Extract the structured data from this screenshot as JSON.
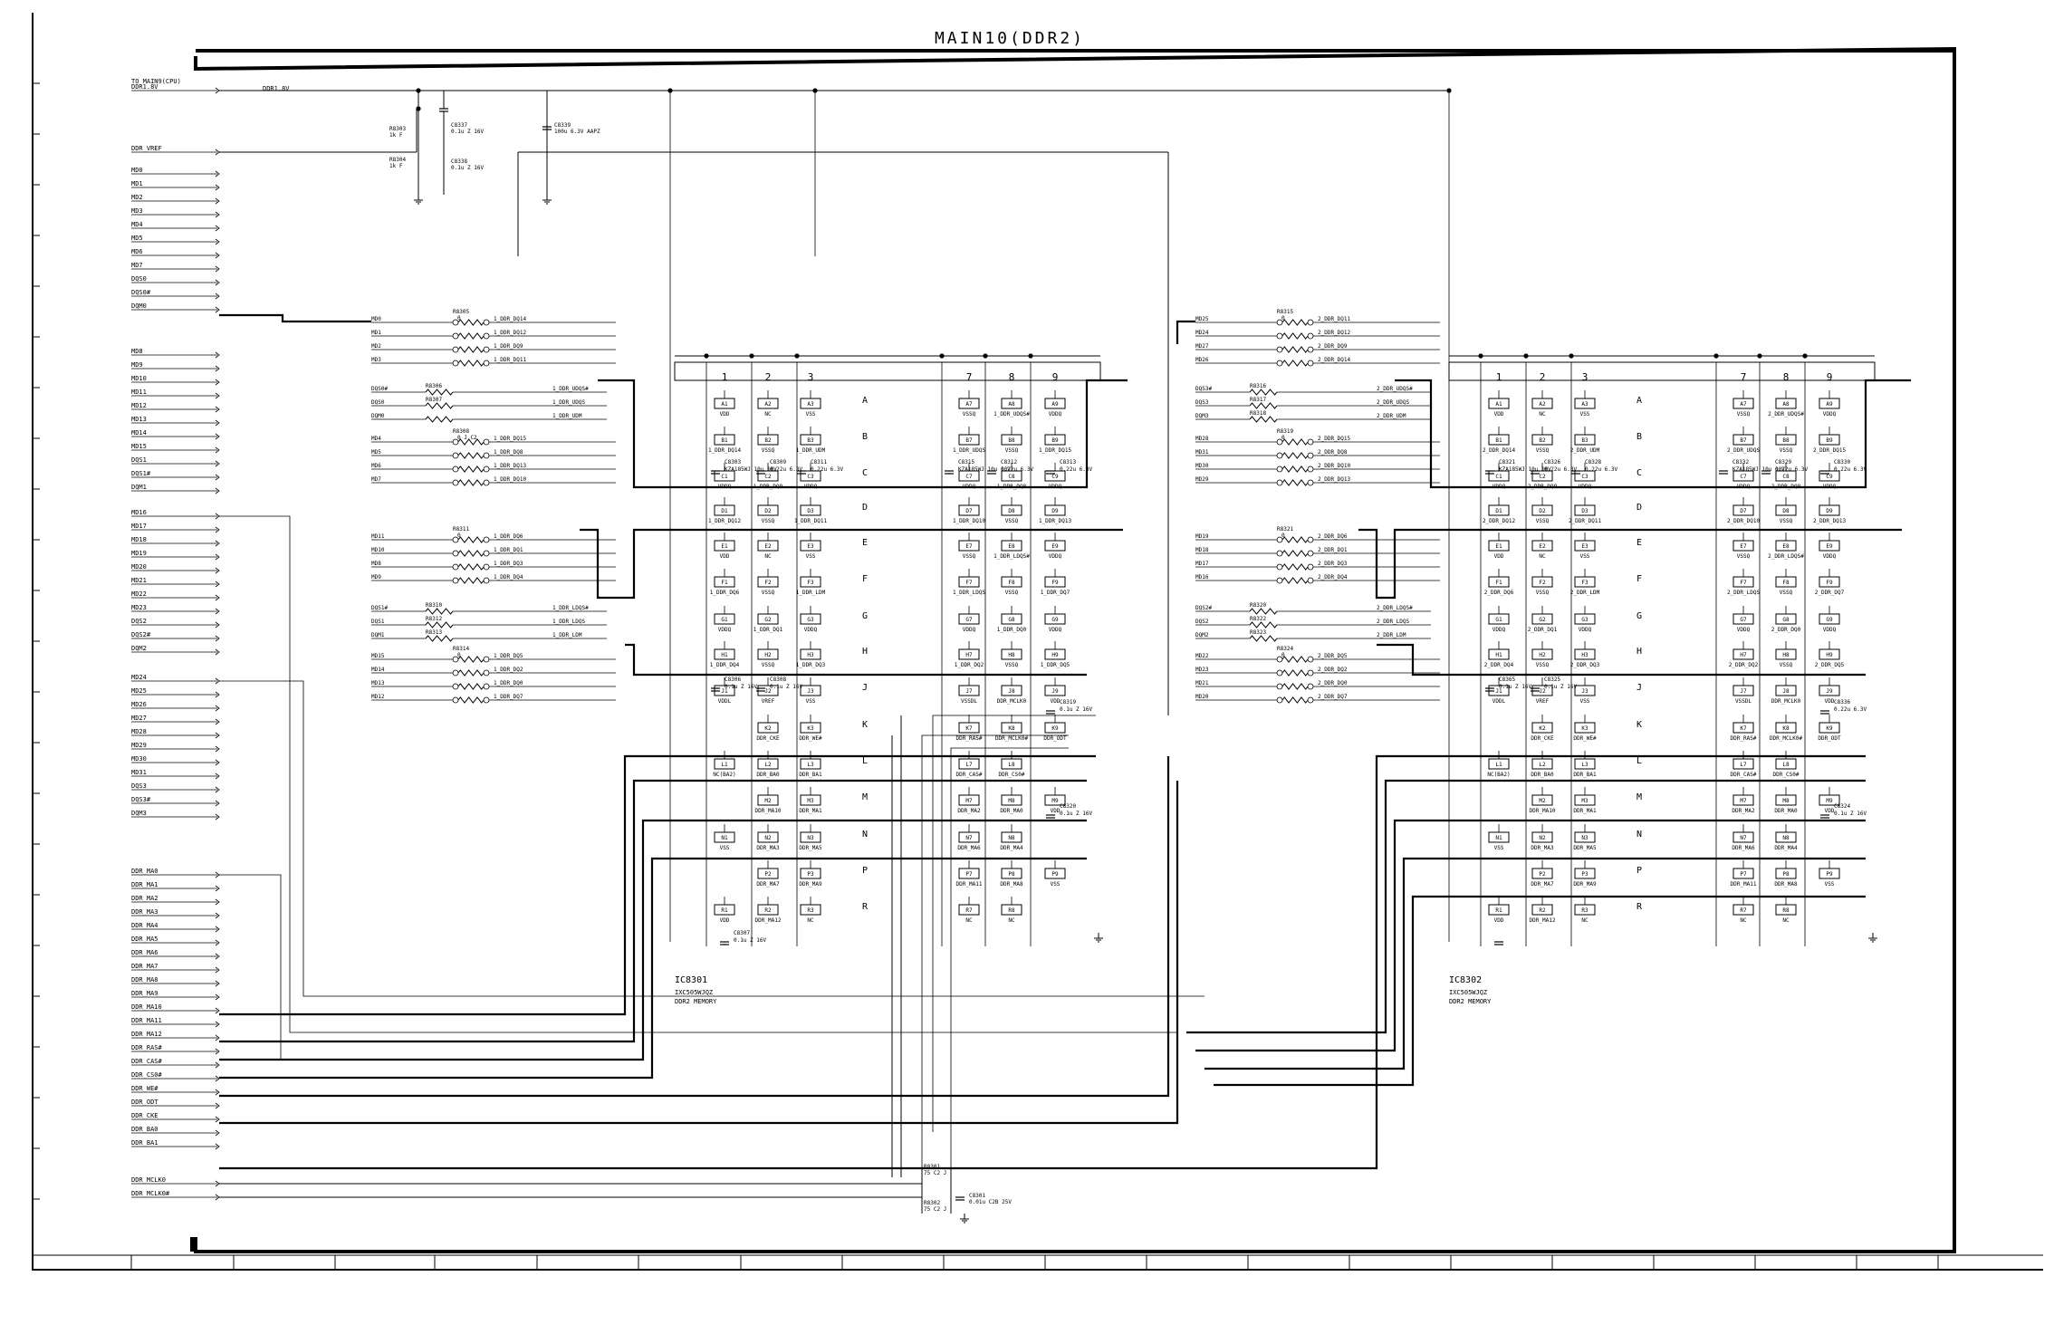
{
  "title": "MAIN10(DDR2)",
  "connector": {
    "header": "TO MAIN9(CPU)",
    "left_signals": [
      "DDR1.8V",
      "DDR_VREF",
      "MD0",
      "MD1",
      "MD2",
      "MD3",
      "MD4",
      "MD5",
      "MD6",
      "MD7",
      "DQS0",
      "DQS0#",
      "DQM0",
      "MD8",
      "MD9",
      "MD10",
      "MD11",
      "MD12",
      "MD13",
      "MD14",
      "MD15",
      "DQS1",
      "DQS1#",
      "DQM1",
      "MD16",
      "MD17",
      "MD18",
      "MD19",
      "MD20",
      "MD21",
      "MD22",
      "MD23",
      "DQS2",
      "DQS2#",
      "DQM2",
      "MD24",
      "MD25",
      "MD26",
      "MD27",
      "MD28",
      "MD29",
      "MD30",
      "MD31",
      "DQS3",
      "DQS3#",
      "DQM3",
      "DDR_MA0",
      "DDR_MA1",
      "DDR_MA2",
      "DDR_MA3",
      "DDR_MA4",
      "DDR_MA5",
      "DDR_MA6",
      "DDR_MA7",
      "DDR_MA8",
      "DDR_MA9",
      "DDR_MA10",
      "DDR_MA11",
      "DDR_MA12",
      "DDR_RAS#",
      "DDR_CAS#",
      "DDR_CS0#",
      "DDR_WE#",
      "DDR_ODT",
      "DDR_CKE",
      "DDR_BA0",
      "DDR_BA1",
      "DDR_MCLK0",
      "DDR_MCLK0#"
    ],
    "rail_label": "DDR1.8V"
  },
  "power_parts": [
    {
      "ref": "R8303",
      "val": "1k F"
    },
    {
      "ref": "R8304",
      "val": "1k F"
    },
    {
      "ref": "C8337",
      "val": "0.1u Z 16V"
    },
    {
      "ref": "C8338",
      "val": "0.1u Z 16V"
    },
    {
      "ref": "C8339",
      "val": "100u 6.3V AAPZ"
    }
  ],
  "clock_parts": [
    {
      "ref": "R8301",
      "val": "75 C2 J"
    },
    {
      "ref": "R8302",
      "val": "75 C2 J"
    },
    {
      "ref": "C8301",
      "val": "0.01u C2B 25V"
    }
  ],
  "grid": {
    "cols": [
      "1",
      "2",
      "3",
      "7",
      "8",
      "9"
    ],
    "rows": [
      "A",
      "B",
      "C",
      "D",
      "E",
      "F",
      "G",
      "H",
      "J",
      "K",
      "L",
      "M",
      "N",
      "P",
      "R"
    ]
  },
  "chips": [
    {
      "ref": "IC8301",
      "part": "IXC505WJQZ",
      "desc": "DDR2 MEMORY",
      "prefix": "1",
      "rnets": [
        {
          "ref": "R8305",
          "val": "0",
          "nets": [
            "MD0",
            "MD1",
            "MD2",
            "MD3"
          ],
          "outs": [
            "1_DDR_DQ14",
            "1_DDR_DQ12",
            "1_DDR_DQ9",
            "1_DDR_DQ11"
          ]
        },
        {
          "ref": "R8308",
          "val": "0 J C2",
          "nets": [
            "MD4",
            "MD5",
            "MD6",
            "MD7"
          ],
          "outs": [
            "1_DDR_DQ15",
            "1_DDR_DQ8",
            "1_DDR_DQ13",
            "1_DDR_DQ10"
          ]
        },
        {
          "ref": "R8311",
          "val": "0",
          "nets": [
            "MD11",
            "MD10",
            "MD8",
            "MD9"
          ],
          "outs": [
            "1_DDR_DQ6",
            "1_DDR_DQ1",
            "1_DDR_DQ3",
            "1_DDR_DQ4"
          ]
        },
        {
          "ref": "R8314",
          "val": "0",
          "nets": [
            "MD15",
            "MD14",
            "MD13",
            "MD12"
          ],
          "outs": [
            "1_DDR_DQ5",
            "1_DDR_DQ2",
            "1_DDR_DQ0",
            "1_DDR_DQ7"
          ]
        }
      ],
      "singles": [
        {
          "net": "DQS0#",
          "ref": "R8306",
          "out": "1_DDR_UDQS#"
        },
        {
          "net": "DQS0",
          "ref": "R8307",
          "out": "1_DDR_UDQS"
        },
        {
          "net": "DQM0",
          "ref": "",
          "out": "1_DDR_UDM"
        },
        {
          "net": "DQS1#",
          "ref": "R8310",
          "out": "1_DDR_LDQS#"
        },
        {
          "net": "DQS1",
          "ref": "R8312",
          "out": "1_DDR_LDQS"
        },
        {
          "net": "DQM1",
          "ref": "R8313",
          "out": "1_DDR_LDM"
        }
      ],
      "caps": [
        "C8303 KZA185WJ 10u 10V",
        "C8309 0.22u 6.3V",
        "C8311 0.22u 6.3V",
        "C8315 KZA185WJ 10u 10V",
        "C8312 0.22u 6.3V",
        "C8313 0.22u 6.3V",
        "C8306 0.1u Z 16V",
        "C8308 0.1u Z 16V",
        "C8319 0.1u Z 16V",
        "C8320 0.1u Z 16V",
        "C8307 0.1u Z 16V"
      ]
    },
    {
      "ref": "IC8302",
      "part": "IXC505WJQZ",
      "desc": "DDR2 MEMORY",
      "prefix": "2",
      "rnets": [
        {
          "ref": "R8315",
          "val": "0",
          "nets": [
            "MD25",
            "MD24",
            "MD27",
            "MD26"
          ],
          "outs": [
            "2_DDR_DQ11",
            "2_DDR_DQ12",
            "2_DDR_DQ9",
            "2_DDR_DQ14"
          ]
        },
        {
          "ref": "R8319",
          "val": "0",
          "nets": [
            "MD28",
            "MD31",
            "MD30",
            "MD29"
          ],
          "outs": [
            "2_DDR_DQ15",
            "2_DDR_DQ8",
            "2_DDR_DQ10",
            "2_DDR_DQ13"
          ]
        },
        {
          "ref": "R8321",
          "val": "0",
          "nets": [
            "MD19",
            "MD18",
            "MD17",
            "MD16"
          ],
          "outs": [
            "2_DDR_DQ6",
            "2_DDR_DQ1",
            "2_DDR_DQ3",
            "2_DDR_DQ4"
          ]
        },
        {
          "ref": "R8324",
          "val": "0",
          "nets": [
            "MD22",
            "MD23",
            "MD21",
            "MD20"
          ],
          "outs": [
            "2_DDR_DQ5",
            "2_DDR_DQ2",
            "2_DDR_DQ0",
            "2_DDR_DQ7"
          ]
        }
      ],
      "singles": [
        {
          "net": "DQS3#",
          "ref": "R8316",
          "out": "2_DDR_UDQS#"
        },
        {
          "net": "DQS3",
          "ref": "R8317",
          "out": "2_DDR_UDQS"
        },
        {
          "net": "DQM3",
          "ref": "R8318",
          "out": "2_DDR_UDM"
        },
        {
          "net": "DQS2#",
          "ref": "R8320",
          "out": "2_DDR_LDQS#"
        },
        {
          "net": "DQS2",
          "ref": "R8322",
          "out": "2_DDR_LDQS"
        },
        {
          "net": "DQM2",
          "ref": "R8323",
          "out": "2_DDR_LDM"
        }
      ],
      "caps": [
        "C8321 KZA185WJ 10u 10V",
        "C8326 0.22u 6.3V",
        "C8328 0.22u 6.3V",
        "C8332 KZA185WJ 10u 10V",
        "C8329 0.22u 6.3V",
        "C8330 0.22u 6.3V",
        "C8365 0.1u Z 16V",
        "C8325 0.1u Z 16V",
        "C8336 0.22u 6.3V",
        "C8324 0.1u Z 16V"
      ]
    }
  ],
  "pins": {
    "A1": "VDD",
    "A2": "NC",
    "A3": "VSS",
    "A7": "VSSQ",
    "A8": "DDR_UDQS#",
    "A9": "VDDQ",
    "B1": "DDR_DQ14",
    "B2": "VSSQ",
    "B3": "DDR_UDM",
    "B7": "DDR_UDQS",
    "B8": "VSSQ",
    "B9": "DDR_DQ15",
    "C1": "VDDQ",
    "C2": "DDR_DQ9",
    "C3": "VDDQ",
    "C7": "VDDQ",
    "C8": "DDR_DQ8",
    "C9": "VDDQ",
    "D1": "DDR_DQ12",
    "D2": "VSSQ",
    "D3": "DDR_DQ11",
    "D7": "DDR_DQ10",
    "D8": "VSSQ",
    "D9": "DDR_DQ13",
    "E1": "VDD",
    "E2": "NC",
    "E3": "VSS",
    "E7": "VSSQ",
    "E8": "DDR_LDQS#",
    "E9": "VDDQ",
    "F1": "DDR_DQ6",
    "F2": "VSSQ",
    "F3": "DDR_LDM",
    "F7": "DDR_LDQS",
    "F8": "VSSQ",
    "F9": "DDR_DQ7",
    "G1": "VDDQ",
    "G2": "DDR_DQ1",
    "G3": "VDDQ",
    "G7": "VDDQ",
    "G8": "DDR_DQ0",
    "G9": "VDDQ",
    "H1": "DDR_DQ4",
    "H2": "VSSQ",
    "H3": "DDR_DQ3",
    "H7": "DDR_DQ2",
    "H8": "VSSQ",
    "H9": "DDR_DQ5",
    "J1": "VDDL",
    "J2": "VREF",
    "J3": "VSS",
    "J7": "VSSDL",
    "J8": "DDR_MCLK0",
    "J9": "VDD",
    "K2": "DDR_CKE",
    "K3": "DDR_WE#",
    "K7": "DDR_RAS#",
    "K8": "DDR_MCLK0#",
    "K9": "DDR_ODT",
    "L1": "NC(BA2)",
    "L2": "DDR_BA0",
    "L3": "DDR_BA1",
    "L7": "DDR_CAS#",
    "L8": "DDR_CS0#",
    "M2": "DDR_MA10",
    "M3": "DDR_MA1",
    "M7": "DDR_MA2",
    "M8": "DDR_MA0",
    "M9": "VDD",
    "N1": "VSS",
    "N2": "DDR_MA3",
    "N3": "DDR_MA5",
    "N7": "DDR_MA6",
    "N8": "DDR_MA4",
    "P2": "DDR_MA7",
    "P3": "DDR_MA9",
    "P7": "DDR_MA11",
    "P8": "DDR_MA8",
    "P9": "VSS",
    "R1": "VDD",
    "R2": "DDR_MA12",
    "R3": "NC",
    "R7": "NC",
    "R8": "NC"
  }
}
